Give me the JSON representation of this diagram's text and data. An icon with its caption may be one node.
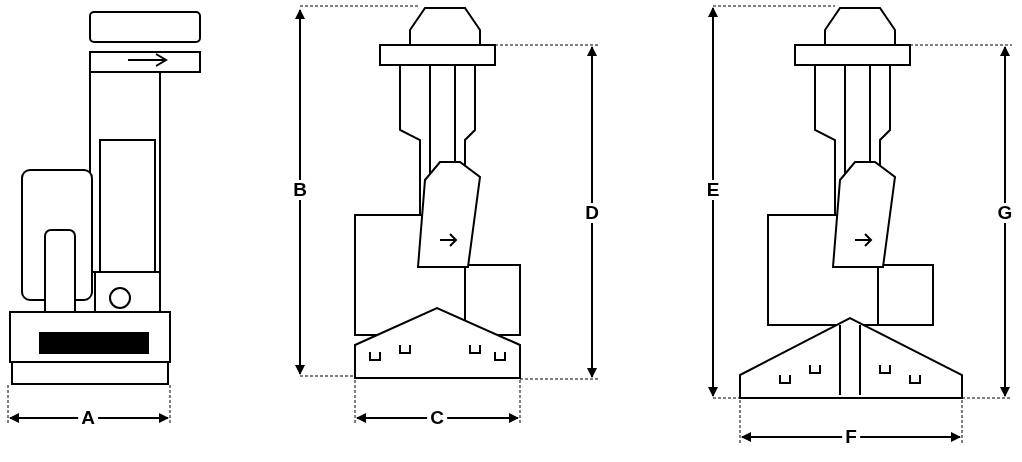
{
  "diagram": {
    "labels": [
      "A",
      "B",
      "C",
      "D",
      "E",
      "F",
      "G"
    ]
  }
}
